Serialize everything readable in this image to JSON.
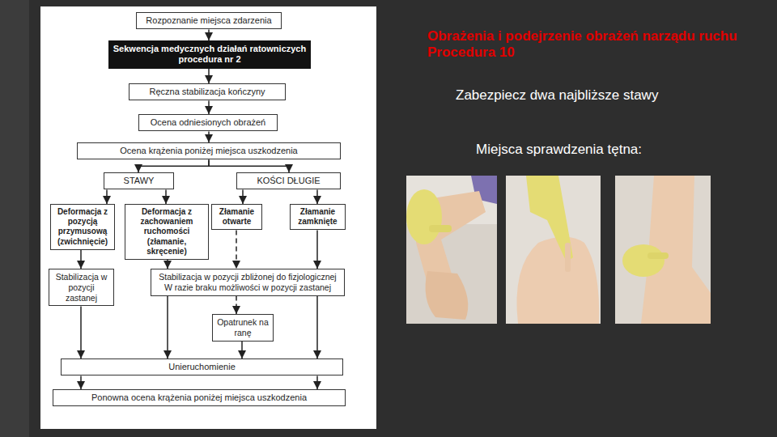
{
  "diagram": {
    "title": "Obrażenia i podejrzenie obrażeń narządu ruchu Procedura 10",
    "nodes": [
      {
        "text": [
          "Rozpoznanie miejsca zdarzenia"
        ]
      },
      {
        "text": [
          "Sekwencja medycznych działań ratowniczych procedura nr 2"
        ]
      },
      {
        "text": [
          "Ręczna stabilizacja kończyny"
        ]
      },
      {
        "text": [
          "Ocena odniesionych obrażeń"
        ]
      },
      {
        "text": [
          "Ocena krążenia poniżej miejsca uszkodzenia"
        ]
      },
      {
        "text": [
          "STAWY"
        ]
      },
      {
        "text": [
          "KOŚCI DŁUGIE"
        ]
      },
      {
        "text": [
          "Deformacja z pozycją przymusową (zwichnięcie)"
        ]
      },
      {
        "text": [
          "Deformacja z zachowaniem ruchomości (złamanie, skręcenie)"
        ]
      },
      {
        "text": [
          "Złamanie otwarte"
        ]
      },
      {
        "text": [
          "Złamanie zamknięte"
        ]
      },
      {
        "text": [
          "Stabilizacja w pozycji zastanej"
        ]
      },
      {
        "text": [
          "Stabilizacja w pozycji zbliżonej do fizjologicznej W razie braku możliwości w pozycji zastanej"
        ]
      },
      {
        "text": [
          "Opatrunek na ranę"
        ]
      },
      {
        "text": [
          "Unieruchomienie"
        ]
      },
      {
        "text": [
          "Ponowna ocena krążenia poniżej miejsca uszkodzenia"
        ]
      }
    ],
    "edges": [
      {
        "from": 0,
        "to": 1,
        "arrow": "to"
      },
      {
        "from": 1,
        "to": 2,
        "arrow": "to"
      },
      {
        "from": 2,
        "to": 3,
        "arrow": "to"
      },
      {
        "from": 3,
        "to": 4,
        "arrow": "to"
      },
      {
        "from": 4,
        "to": 5,
        "arrow": "to"
      },
      {
        "from": 4,
        "to": 6,
        "arrow": "to"
      },
      {
        "from": 5,
        "to": 7,
        "arrow": "to"
      },
      {
        "from": 5,
        "to": 8,
        "arrow": "to"
      },
      {
        "from": 6,
        "to": 9,
        "arrow": "to"
      },
      {
        "from": 6,
        "to": 10,
        "arrow": "to"
      },
      {
        "from": 7,
        "to": 11,
        "arrow": "to"
      },
      {
        "from": 8,
        "to": 12,
        "arrow": "to"
      },
      {
        "from": 9,
        "to": 12,
        "arrow": "to"
      },
      {
        "from": 10,
        "to": 12,
        "arrow": "to"
      },
      {
        "from": 12,
        "to": 13,
        "arrow": "to"
      },
      {
        "from": 11,
        "to": 14,
        "arrow": "to"
      },
      {
        "from": 12,
        "to": 14,
        "arrow": "to"
      },
      {
        "from": 13,
        "to": 14,
        "arrow": "to"
      },
      {
        "from": 12,
        "to": 14,
        "arrow": "to"
      },
      {
        "from": 14,
        "to": 15,
        "arrow": "to"
      },
      {
        "from": 14,
        "to": 15,
        "arrow": "to"
      }
    ],
    "labels": [
      "Zabezpiecz dwa najbliższe stawy",
      "Miejsca sprawdzenia tętna:"
    ]
  }
}
